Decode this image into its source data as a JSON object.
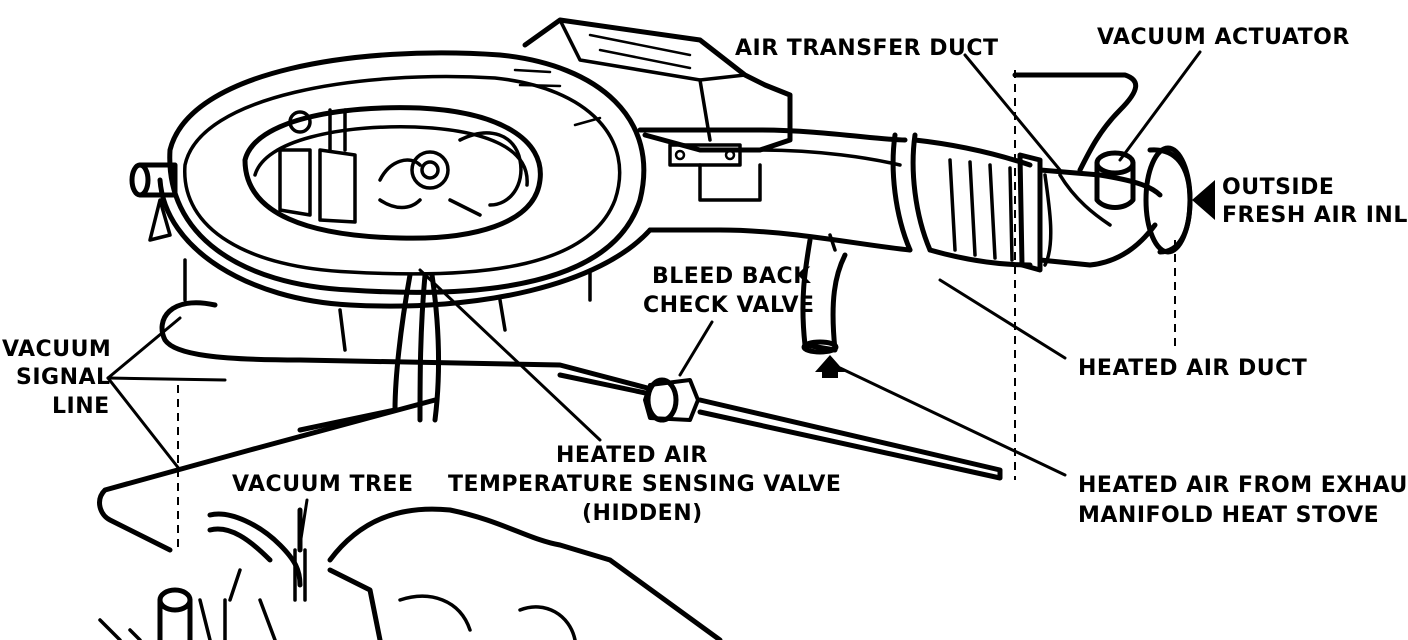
{
  "labels": {
    "air_transfer_duct": "AIR TRANSFER DUCT",
    "vacuum_actuator": "VACUUM ACTUATOR",
    "outside_fresh_air_inlet": [
      "OUTSIDE",
      "FRESH AIR INLET"
    ],
    "bleed_back_check_valve": [
      "BLEED BACK",
      "CHECK VALVE"
    ],
    "vacuum_signal_line": [
      "VACUUM",
      "SIGNAL",
      "LINE"
    ],
    "heated_air_duct": "HEATED AIR DUCT",
    "heated_air_temp_sensing_valve": [
      "HEATED AIR",
      "TEMPERATURE SENSING VALVE",
      "(HIDDEN)"
    ],
    "vacuum_tree": "VACUUM TREE",
    "heated_air_from_exhaust": [
      "HEATED AIR FROM EXHAUST",
      "MANIFOLD HEAT STOVE"
    ]
  }
}
